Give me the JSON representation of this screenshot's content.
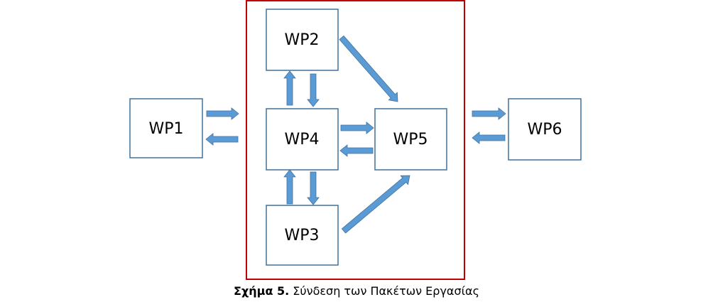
{
  "diagram": {
    "nodes": {
      "wp1": "WP1",
      "wp2": "WP2",
      "wp3": "WP3",
      "wp4": "WP4",
      "wp5": "WP5",
      "wp6": "WP6"
    },
    "edges": [
      {
        "from": "WP1",
        "to": "WP4-group"
      },
      {
        "from": "WP4-group",
        "to": "WP1"
      },
      {
        "from": "WP4",
        "to": "WP2"
      },
      {
        "from": "WP2",
        "to": "WP4"
      },
      {
        "from": "WP2",
        "to": "WP5"
      },
      {
        "from": "WP4",
        "to": "WP5"
      },
      {
        "from": "WP5",
        "to": "WP4"
      },
      {
        "from": "WP3",
        "to": "WP4"
      },
      {
        "from": "WP4",
        "to": "WP3"
      },
      {
        "from": "WP3",
        "to": "WP5"
      },
      {
        "from": "WP5-group",
        "to": "WP6"
      },
      {
        "from": "WP6",
        "to": "WP5-group"
      }
    ],
    "colors": {
      "arrow": "#5b9bd5",
      "arrow_border": "#41719c",
      "frame": "#c00000",
      "box_border": "#41719c"
    }
  },
  "caption": {
    "label": "Σχήμα 5.",
    "text": " Σύνδεση των Πακέτων Εργασίας"
  }
}
